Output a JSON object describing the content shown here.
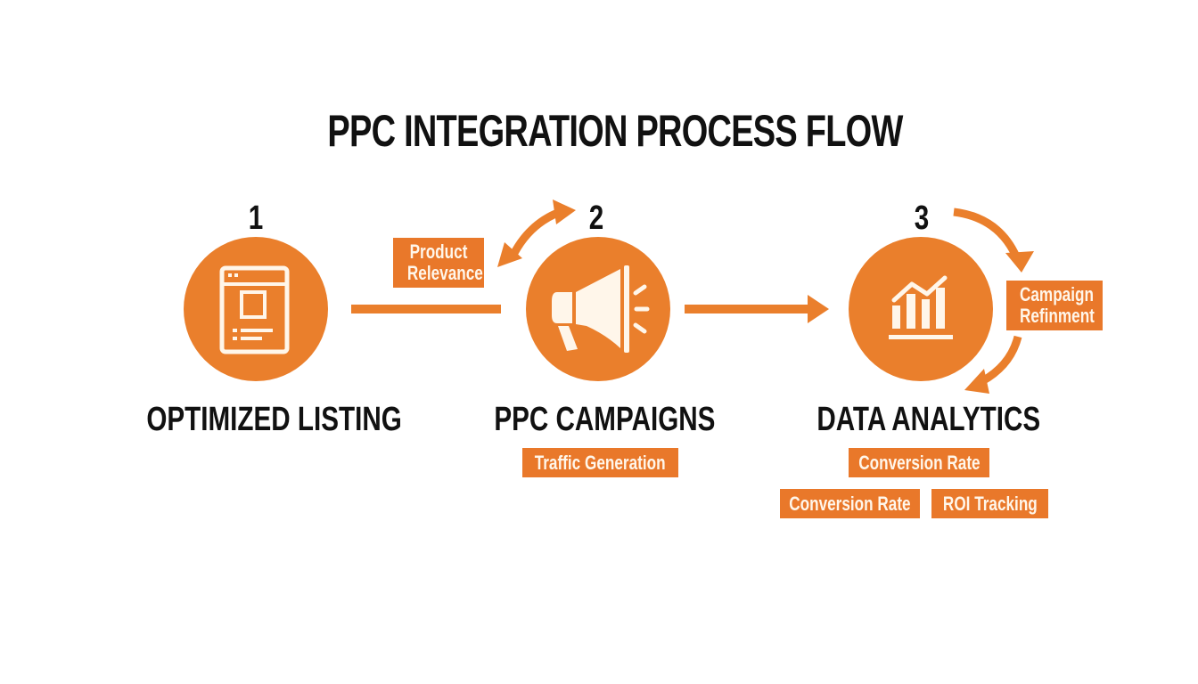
{
  "title": "PPC INTEGRATION PROCESS FLOW",
  "colors": {
    "accent": "#ea7f2c",
    "tag_background": "#e9782a",
    "tag_text": "#fff6ea",
    "text": "#111111",
    "background": "#ffffff"
  },
  "steps": [
    {
      "number": "1",
      "label": "OPTIMIZED LISTING",
      "icon": "web-page-listing-icon",
      "tags": []
    },
    {
      "number": "2",
      "label": "PPC CAMPAIGNS",
      "icon": "megaphone-icon",
      "tags": [
        "Traffic Generation"
      ]
    },
    {
      "number": "3",
      "label": "DATA ANALYTICS",
      "icon": "bar-chart-trend-icon",
      "tags": [
        "Conversion Rate",
        "Conversion Rate",
        "ROI Tracking"
      ]
    }
  ],
  "side_tags": {
    "product_relevance": "Product Relevance",
    "campaign_refinment": "Campaign Refinment"
  }
}
